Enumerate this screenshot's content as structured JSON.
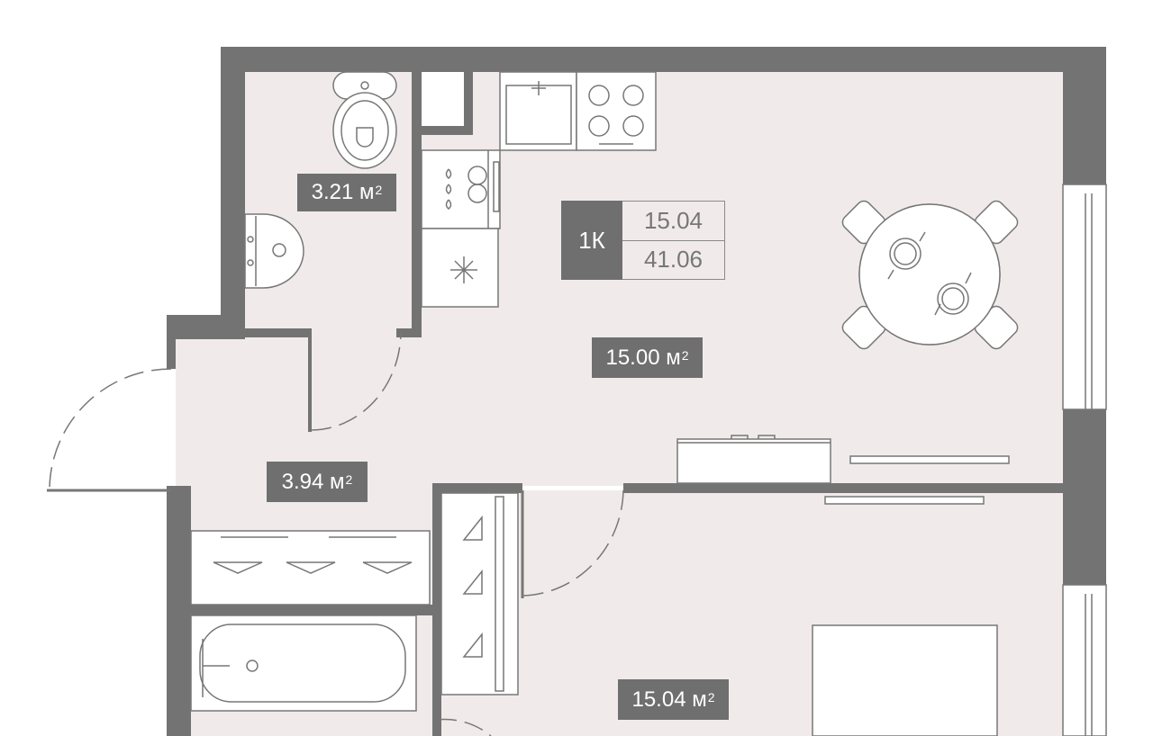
{
  "plan": {
    "apartment_type": "1К",
    "living_area": "15.04",
    "total_area": "41.06",
    "unit": "м",
    "unit_power": "2",
    "rooms": [
      {
        "name": "wc",
        "area": "3.21"
      },
      {
        "name": "kitchen-living",
        "area": "15.00"
      },
      {
        "name": "hallway",
        "area": "3.94"
      },
      {
        "name": "bedroom",
        "area": "15.04"
      }
    ]
  },
  "colors": {
    "wall": "#737373",
    "floor": "#f0ebea",
    "line": "#777777"
  }
}
